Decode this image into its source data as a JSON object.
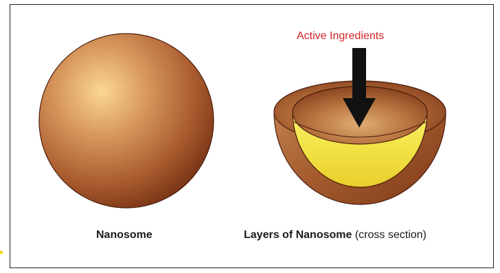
{
  "labels": {
    "active_ingredients": "Active Ingredients",
    "nanosome": "Nanosome",
    "layers_bold": "Layers of Nanosome",
    "layers_suffix": "(cross section)"
  },
  "colors": {
    "sphere_light": "#f9cf8d",
    "sphere_dark": "#7e3b1a",
    "core_yellow": "#f6ec5c",
    "label_red": "#d2232a",
    "arrow": "#111111",
    "outline": "#4a1e0c"
  }
}
